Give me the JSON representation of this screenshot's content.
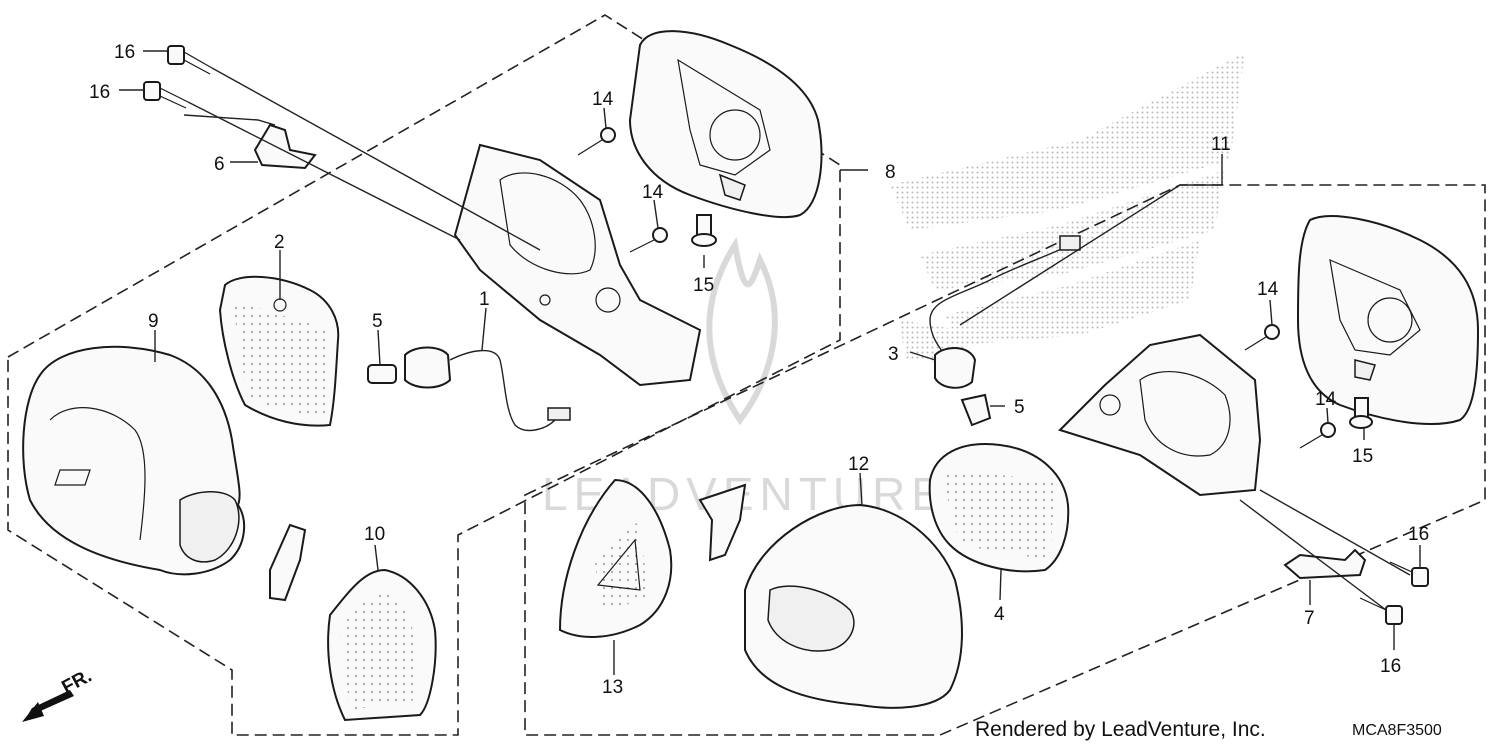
{
  "diagram": {
    "callouts": {
      "c1": "1",
      "c2": "2",
      "c3": "3",
      "c4": "4",
      "c5a": "5",
      "c5b": "5",
      "c6": "6",
      "c7": "7",
      "c8": "8",
      "c9": "9",
      "c10": "10",
      "c11": "11",
      "c12": "12",
      "c13": "13",
      "c14a": "14",
      "c14b": "14",
      "c14c": "14",
      "c14d": "14",
      "c15a": "15",
      "c15b": "15",
      "c16a": "16",
      "c16b": "16",
      "c16c": "16",
      "c16d": "16",
      "fr": "FR."
    },
    "footer": {
      "credit": "Rendered by LeadVenture, Inc.",
      "code": "MCA8F3500"
    },
    "watermark_text": "LEADVENTURE",
    "colors": {
      "ink": "#1a1a1a",
      "watermark": "#d9d9d9",
      "logo_dots": "#b0b0b0"
    }
  }
}
